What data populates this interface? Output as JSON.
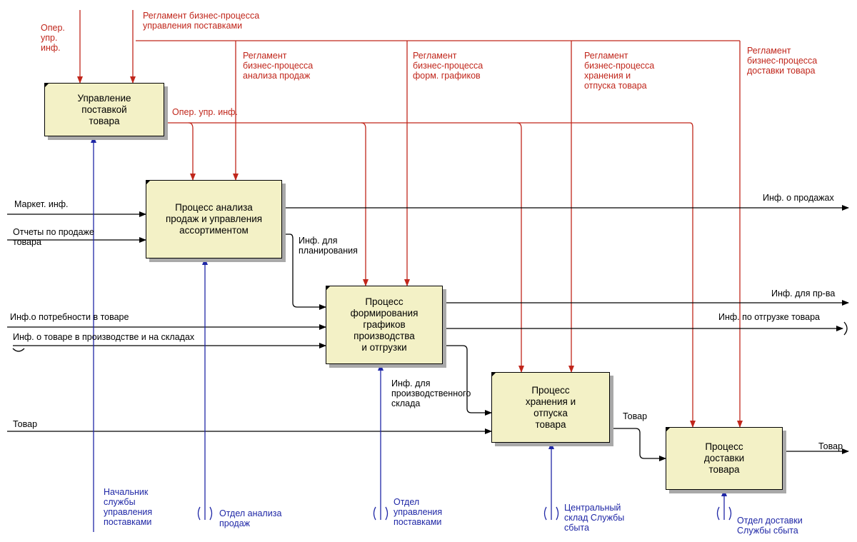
{
  "colors": {
    "control": "#c0261b",
    "mechanism": "#1f27a6",
    "flow": "#000000",
    "box_fill": "#f3f1c6"
  },
  "boxes": {
    "b1": "Управление\nпоставкой\nтовара",
    "b2": "Процесс анализа\nпродаж и управления\nассортиментом",
    "b3": "Процесс\nформирования\nграфиков\nпроизводства\nи отгрузки",
    "b4": "Процесс\nхранения и\nотпуска\nтовара",
    "b5": "Процесс\nдоставки\nтовара"
  },
  "controls": {
    "oper_top": "Опер.\nупр.\nинф.",
    "reg_supply": "Регламент бизнес-процесса\nуправления поставками",
    "reg_sales": "Регламент\nбизнес-процесса\nанализа продаж",
    "reg_schedules": "Регламент\nбизнес-процесса\nформ. графиков",
    "reg_storage": "Регламент\nбизнес-процесса\nхранения и\nотпуска товара",
    "reg_delivery": "Регламент\nбизнес-процесса\nдоставки товара",
    "oper_mid": "Опер. упр. инф."
  },
  "flows": {
    "market": "Маркет. инф.",
    "reports": "Отчеты по продаже\nтовара",
    "need": "Инф.о потребности в товаре",
    "production_info": "Инф. о товаре в производстве и на складах",
    "goods_in": "Товар",
    "sales_out": "Инф. о продажах",
    "planning": "Инф. для\nпланирования",
    "production_out": "Инф. для пр-ва",
    "shipping_out": "Инф. по отгрузке товара",
    "warehouse_info": "Инф. для\nпроизводственного\nсклада",
    "goods_mid": "Товар",
    "goods_out": "Товар"
  },
  "mechanisms": {
    "head": "Начальник\nслужбы\nуправления\nпоставками",
    "sales_dept": "Отдел анализа\nпродаж",
    "supply_dept": "Отдел\nуправления\nпоставками",
    "warehouse": "Центральный\nсклад Службы\nсбыта",
    "delivery_dept": "Отдел доставки\nСлужбы сбыта"
  }
}
